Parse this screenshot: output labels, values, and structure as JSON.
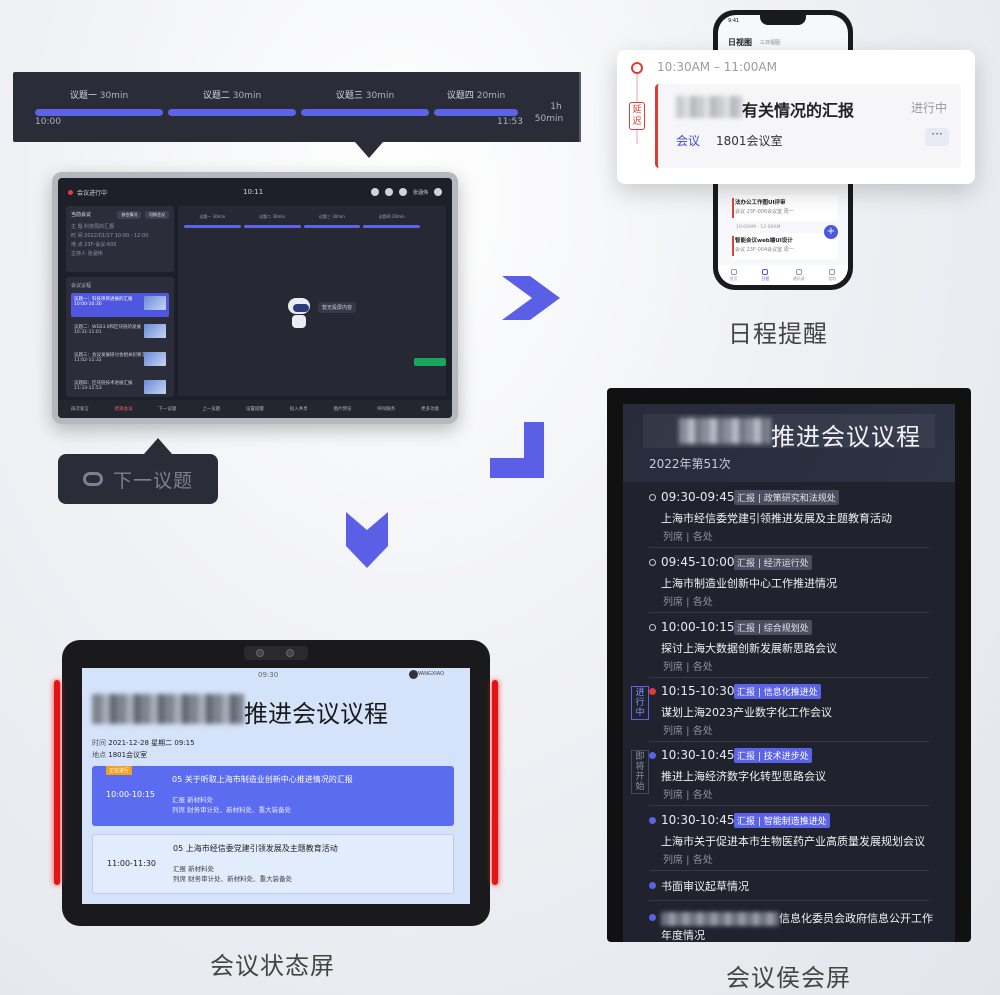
{
  "agenda_bar": {
    "segments": [
      {
        "label": "议题一",
        "duration": "30min"
      },
      {
        "label": "议题二",
        "duration": "30min"
      },
      {
        "label": "议题三",
        "duration": "30min"
      },
      {
        "label": "议题四",
        "duration": "20min"
      }
    ],
    "start_time": "10:00",
    "end_time": "11:53",
    "total_line1": "1h",
    "total_line2": "50min"
  },
  "tablet": {
    "status": "会议进行中",
    "clock": "10:11",
    "user": "张涵伟",
    "current_meeting_label": "当前会议",
    "btn_a": "参会情况",
    "btn_b": "切换会议",
    "info_rows": [
      "主  题  科技局的汇报",
      "时  间  2022/01/27 10:00 - 12:00",
      "地  点  23F-会议-605",
      "主持人  张涵伟"
    ],
    "agenda_label": "会议议程",
    "agenda_items": [
      {
        "title": "议题一：科技项目进展的汇报",
        "time": "10:00-10:30"
      },
      {
        "title": "议题二：WEB3.0和区块链的发展",
        "time": "10:31-11:01"
      },
      {
        "title": "议题三：会议发展研讨会相关纪要汇报",
        "time": "11:02-11:32"
      },
      {
        "title": "议题四：区块链技术进展汇报",
        "time": "11:33-11:53"
      }
    ],
    "mini_segments": [
      "议题一 30min",
      "议题二 30min",
      "议题三 30min",
      "议题四 20min"
    ],
    "robot_hint": "暂无投屏内容",
    "bottom_actions": [
      "再次发言",
      "结束会议",
      "下一议题",
      "上一议题",
      "设置提醒",
      "投入共享",
      "图片预览",
      "呼叫服务",
      "更多功能"
    ]
  },
  "next_topic_button": "下一议题",
  "schedule_reminder": {
    "phone_time": "9:41",
    "phone_title": "日视图",
    "phone_sub": "三日视图",
    "phone_event_1": {
      "name": "法办公工作图UI评审",
      "meta": "会议  23F-006会议室  周一"
    },
    "phone_event_2": {
      "name": "智能会议web端UI设计",
      "meta": "会议  23F-004会议室  周一"
    },
    "phone_event_time": "10:00AM - 12:00AM",
    "phone_tabs": [
      "首页",
      "日程",
      "通讯录",
      "我的"
    ],
    "time": "10:30AM – 11:00AM",
    "tag": "延迟",
    "subject": "有关情况的汇报",
    "status": "进行中",
    "kind": "会议",
    "room": "1801会议室",
    "more": "···",
    "caption": "日程提醒"
  },
  "waiting_screen": {
    "title": "推进会议议程",
    "year_no": "2022年第51次",
    "rows": [
      {
        "time": "09:30-09:45",
        "badge": "汇报 | 政策研究和法规处",
        "name": "上海市经信委党建引领推进发展及主题教育活动",
        "att": "列席 | 各处",
        "dot": "hollow"
      },
      {
        "time": "09:45-10:00",
        "badge": "汇报 | 经济运行处",
        "name": "上海市制造业创新中心工作推进情况",
        "att": "列席 | 各处",
        "dot": "hollow"
      },
      {
        "time": "10:00-10:15",
        "badge": "汇报 | 综合规划处",
        "name": "探讨上海大数据创新发展新思路会议",
        "att": "列席 | 各处",
        "dot": "hollow"
      },
      {
        "time": "10:15-10:30",
        "badge": "汇报 | 信息化推进处",
        "name": "谋划上海2023产业数字化工作会议",
        "att": "列席 | 各处",
        "dot": "red",
        "side": "进行中"
      },
      {
        "time": "10:30-10:45",
        "badge": "汇报 | 技术进步处",
        "name": "推进上海经济数字化转型思路会议",
        "att": "列席 | 各处",
        "dot": "blue",
        "side": "即将开始"
      },
      {
        "time": "10:30-10:45",
        "badge": "汇报 | 智能制造推进处",
        "name": "上海市关于促进本市生物医药产业高质量发展规划会议",
        "att": "列席 | 各处",
        "dot": "blue"
      }
    ],
    "written_review": "书面审议起草情况",
    "last_item_a": "信息化委员会政府信息公开工作",
    "last_item_b": "年度情况",
    "caption": "会议侯会屏"
  },
  "status_screen": {
    "clock": "09:30",
    "user": "WANGXIAO",
    "title": "推进会议议程",
    "time_label": "时间",
    "time_value": "2021-12-28  星期二  09:15",
    "place_label": "地点",
    "place_value": "1801会议室",
    "cards": [
      {
        "flag": "正在进行",
        "time": "10:00-10:15",
        "name": "05 关于听取上海市制造业创新中心推进情况的汇报",
        "r1": "汇报  新材料处",
        "r2": "列席  财务审计处、新材料处、重大装备处"
      },
      {
        "flag": "",
        "time": "11:00-11:30",
        "name": "05 上海市经信委党建引领发展及主题教育活动",
        "r1": "汇报  新材料处",
        "r2": "列席  财务审计处、新材料处、重大装备处"
      }
    ],
    "caption": "会议状态屏"
  },
  "colors": {
    "accent": "#5b63e8",
    "alert": "#e23b33",
    "dark_panel": "#2a2d38"
  }
}
